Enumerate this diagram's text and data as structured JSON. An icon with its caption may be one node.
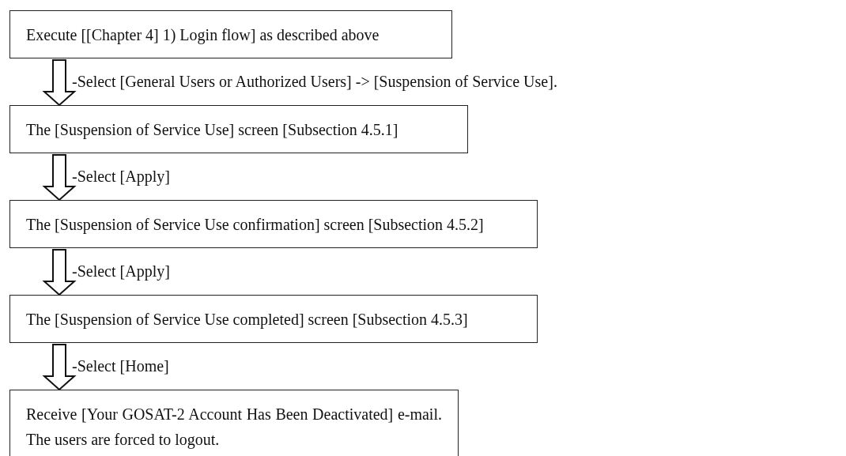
{
  "diagram": {
    "nodes": [
      {
        "text": [
          "Execute [[Chapter 4] 1) Login flow] as described above"
        ]
      },
      {
        "text": [
          "The [Suspension of Service Use] screen [Subsection 4.5.1]"
        ]
      },
      {
        "text": [
          "The [Suspension of Service Use confirmation] screen [Subsection 4.5.2]"
        ]
      },
      {
        "text": [
          "The [Suspension of Service Use completed] screen [Subsection 4.5.3]"
        ]
      },
      {
        "text": [
          "Receive [Your GOSAT-2 Account Has Been Deactivated] e-mail. The users are forced to logout."
        ]
      }
    ],
    "edges": [
      {
        "from": 0,
        "to": 1,
        "arrow": "to",
        "label": "-Select [General Users or Authorized Users] -> [Suspension of Service Use]."
      },
      {
        "from": 1,
        "to": 2,
        "arrow": "to",
        "label": "-Select [Apply]"
      },
      {
        "from": 2,
        "to": 3,
        "arrow": "to",
        "label": "-Select [Apply]"
      },
      {
        "from": 3,
        "to": 4,
        "arrow": "to",
        "label": "-Select [Home]"
      }
    ]
  }
}
